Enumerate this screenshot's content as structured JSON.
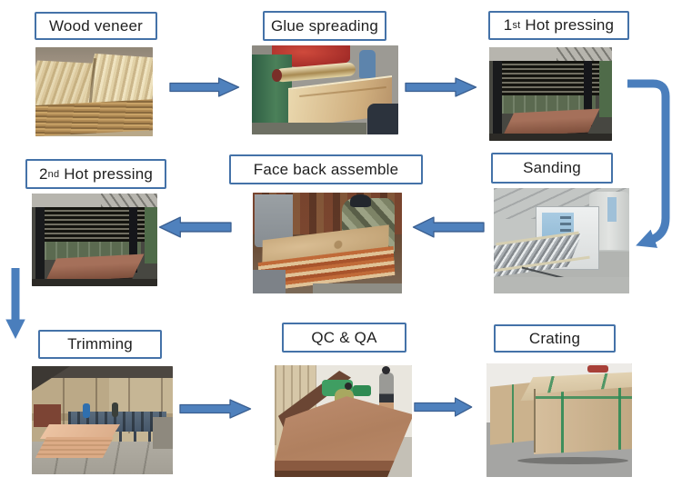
{
  "diagram": {
    "subject": "Plywood production process flow",
    "flow_order": [
      "Wood veneer",
      "Glue spreading",
      "1st Hot pressing",
      "Sanding",
      "Face back assemble",
      "2nd Hot pressing",
      "Trimming",
      "QC & QA",
      "Crating"
    ]
  },
  "palette": {
    "arrow_fill": "#4f81bd",
    "arrow_outline": "#3a5f91",
    "box_border": "#4472a8",
    "box_background": "#ffffff",
    "label_text": "#1f1f1f",
    "page_background": "#ffffff"
  },
  "steps": [
    {
      "key": "wood-veneer",
      "label": "Wood veneer",
      "photo_description": "stack of tan wood veneer sheets"
    },
    {
      "key": "glue-spreading",
      "label": "Glue spreading",
      "photo_description": "green glue spreader machine with roller and veneer sheets"
    },
    {
      "key": "hot-pressing-1",
      "label": "1st Hot pressing",
      "label_parts": {
        "num": "1",
        "ordinal": "st",
        "rest": " Hot pressing"
      },
      "photo_description": "dark multi-opening hot press with plywood stack in front"
    },
    {
      "key": "hot-pressing-2",
      "label": "2nd Hot pressing",
      "label_parts": {
        "num": "2",
        "ordinal": "nd",
        "rest": " Hot pressing"
      },
      "photo_description": "dark multi-opening hot press with plywood stack in front"
    },
    {
      "key": "face-back-assemble",
      "label": "Face back assemble",
      "photo_description": "workers assembling face and back veneers on a stack"
    },
    {
      "key": "sanding",
      "label": "Sanding",
      "photo_description": "light blue sanding machine with roller conveyor"
    },
    {
      "key": "trimming",
      "label": "Trimming",
      "photo_description": "trimming saw line in factory hall with plywood stack"
    },
    {
      "key": "qc-qa",
      "label": "QC & QA",
      "photo_description": "workers inspecting a large plywood panel"
    },
    {
      "key": "crating",
      "label": "Crating",
      "photo_description": "cardboard crates strapped with green bands"
    }
  ],
  "arrows": [
    {
      "from": "Wood veneer",
      "to": "Glue spreading",
      "shape": "block-arrow-right"
    },
    {
      "from": "Glue spreading",
      "to": "1st Hot pressing",
      "shape": "block-arrow-right"
    },
    {
      "from": "1st Hot pressing",
      "to": "Sanding",
      "shape": "elbow-arrow-down"
    },
    {
      "from": "Sanding",
      "to": "Face back assemble",
      "shape": "block-arrow-left"
    },
    {
      "from": "Face back assemble",
      "to": "2nd Hot pressing",
      "shape": "block-arrow-left"
    },
    {
      "from": "2nd Hot pressing",
      "to": "Trimming",
      "shape": "straight-arrow-down"
    },
    {
      "from": "Trimming",
      "to": "QC & QA",
      "shape": "block-arrow-right"
    },
    {
      "from": "QC & QA",
      "to": "Crating",
      "shape": "block-arrow-right"
    }
  ]
}
